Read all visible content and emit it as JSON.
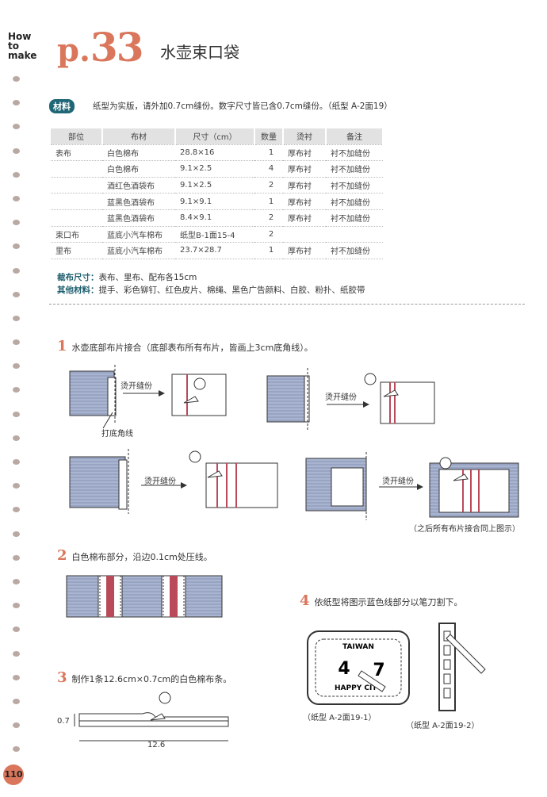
{
  "header": {
    "how_to_make": [
      "How",
      "to",
      "make"
    ],
    "page_prefix": "p.",
    "page_number": "33",
    "title": "水壶束口袋"
  },
  "materials": {
    "badge": "材料",
    "note": "纸型为实版，请外加0.7cm缝份。数字尺寸皆已含0.7cm缝份。（纸型  A-2面19）",
    "columns": [
      "部位",
      "布材",
      "尺寸（cm）",
      "数量",
      "烫衬",
      "备注"
    ],
    "rows": [
      [
        "表布",
        "白色棉布",
        "28.8×16",
        "1",
        "厚布衬",
        "衬不加缝份"
      ],
      [
        "",
        "白色棉布",
        "9.1×2.5",
        "4",
        "厚布衬",
        "衬不加缝份"
      ],
      [
        "",
        "酒红色酒袋布",
        "9.1×2.5",
        "2",
        "厚布衬",
        "衬不加缝份"
      ],
      [
        "",
        "蓝黑色酒袋布",
        "9.1×9.1",
        "1",
        "厚布衬",
        "衬不加缝份"
      ],
      [
        "",
        "蓝黑色酒袋布",
        "8.4×9.1",
        "2",
        "厚布衬",
        "衬不加缝份"
      ],
      [
        "束口布",
        "蓝底小汽车棉布",
        "纸型B-1面15-4",
        "2",
        "",
        ""
      ],
      [
        "里布",
        "蓝底小汽车棉布",
        "23.7×28.7",
        "1",
        "厚布衬",
        "衬不加缝份"
      ]
    ],
    "cut_label": "裁布尺寸：",
    "cut_value": "表布、里布、配布各15cm",
    "other_label": "其他材料：",
    "other_value": "提手、彩色铆钉、红色皮片、棉绳、黑色广告颜料、白胶、粉扑、纸胶带"
  },
  "steps": {
    "s1": {
      "num": "1",
      "text": "水壶底部布片接合（底部表布所有布片，皆画上3cm底角线）。"
    },
    "s2": {
      "num": "2",
      "text": "白色棉布部分，沿边0.1cm处压线。"
    },
    "s3": {
      "num": "3",
      "text": "制作1条12.6cm×0.7cm的白色棉布条。"
    },
    "s4": {
      "num": "4",
      "text": "依纸型将图示蓝色线部分以笔刀割下。"
    }
  },
  "labels": {
    "press_open": "烫开缝份",
    "corner_line": "打底角线",
    "after_note": "（之后所有布片接合同上图示）",
    "dim_07": "0.7",
    "dim_126": "12.6",
    "pattern_a": "（纸型  A-2面19-1）",
    "pattern_b": "（纸型  A-2面19-2）",
    "taiwan": "TAIWAN",
    "happy_city": "HAPPY CITY",
    "sign_digit_left": "4",
    "sign_digit_right": "7"
  },
  "page": {
    "number": "110"
  },
  "colors": {
    "accent": "#d9765c",
    "badge": "#1f6676",
    "denim": "#9aa7c6",
    "stripe": "#b84a5a"
  }
}
